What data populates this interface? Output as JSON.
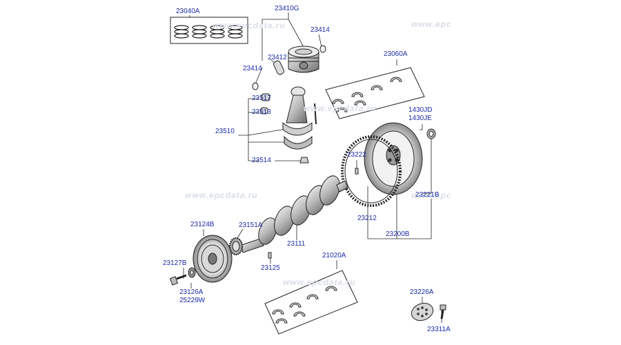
{
  "watermark": {
    "w1": "www.epcdata.ru",
    "w2": "www.epc",
    "w3": "www.epcdata.ru",
    "w4": "www.epcdata.ru",
    "w5": "www.epc",
    "w6": "www.epcdata.ru"
  },
  "parts": {
    "p23040A": "23040A",
    "p23410G": "23410G",
    "p23414a": "23414",
    "p23412": "23412",
    "p23414b": "23414",
    "p23060A": "23060A",
    "p23517": "23517",
    "p23513": "23513",
    "p23510": "23510",
    "p23514": "23514",
    "p1430JD": "1430JD",
    "p1430JE": "1430JE",
    "p23222": "23222",
    "p23221B": "23221B",
    "p23212": "23212",
    "p23200B": "23200B",
    "p23111": "23111",
    "p23124B": "23124B",
    "p23151A": "23151A",
    "p23125": "23125",
    "p21020A": "21020A",
    "p23127B": "23127B",
    "p23126A": "23126A",
    "p25229W": "25229W",
    "p23226A": "23226A",
    "p23311A": "23311A"
  },
  "colors": {
    "label": "#1a2aa8",
    "line": "#222222",
    "watermark": "#d8dde6"
  }
}
